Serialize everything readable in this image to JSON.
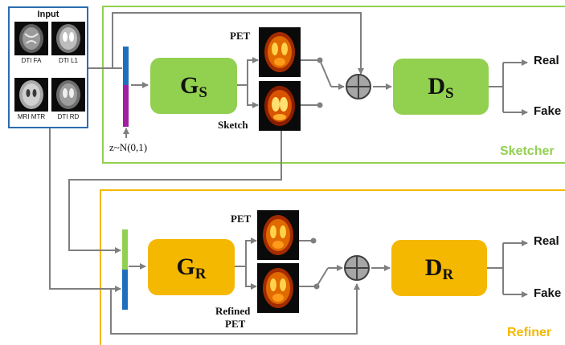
{
  "input": {
    "title": "Input",
    "images": [
      {
        "label": "DTI FA"
      },
      {
        "label": "DTI L1"
      },
      {
        "label": "MRI MTR"
      },
      {
        "label": "DTI RD"
      }
    ]
  },
  "noise": {
    "label": "z~N(0,1)"
  },
  "sketcher": {
    "stage_label": "Sketcher",
    "generator": {
      "main": "G",
      "sub": "S"
    },
    "discriminator": {
      "main": "D",
      "sub": "S"
    },
    "pet_label": "PET",
    "sketch_label": "Sketch",
    "real_label": "Real",
    "fake_label": "Fake"
  },
  "refiner": {
    "stage_label": "Refiner",
    "generator": {
      "main": "G",
      "sub": "R"
    },
    "discriminator": {
      "main": "D",
      "sub": "R"
    },
    "pet_label": "PET",
    "refined_label_line1": "Refined",
    "refined_label_line2": "PET",
    "real_label": "Real",
    "fake_label": "Fake"
  },
  "colors": {
    "sketcher_accent": "#92d050",
    "refiner_accent": "#f5b800",
    "input_border": "#2b6cb0",
    "connector": "#7f7f7f",
    "concat_blue": "#1f6fbf",
    "concat_purple": "#a020a0",
    "concat_green": "#92d050"
  }
}
